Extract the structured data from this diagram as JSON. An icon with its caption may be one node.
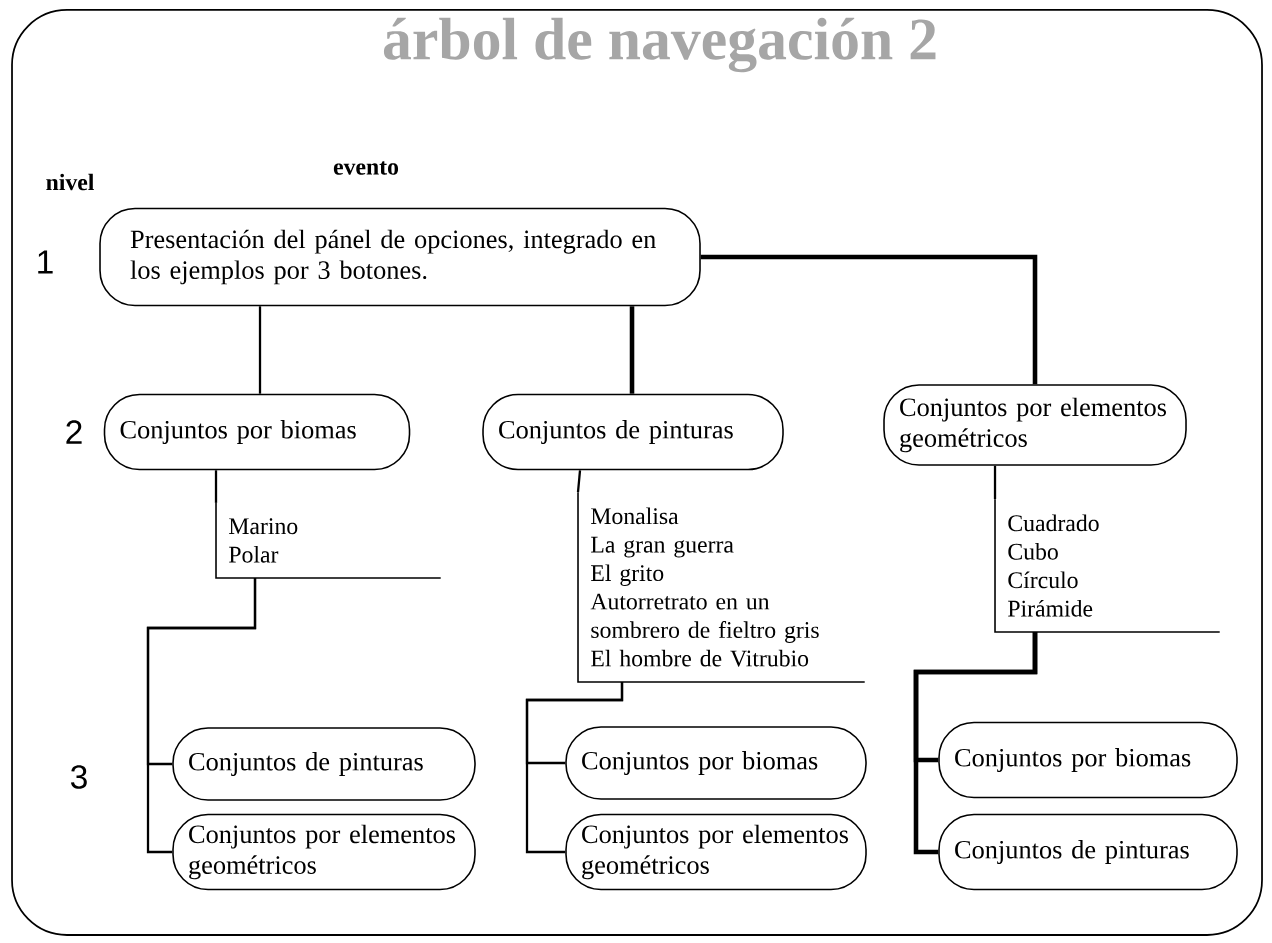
{
  "diagram": {
    "title": "árbol de navegación 2",
    "nodes": [
      {
        "text": [
          "Presentación del pánel de opciones, integrado en los ejemplos por 3 botones."
        ]
      },
      {
        "text": [
          "Conjuntos por biomas"
        ]
      },
      {
        "text": [
          "Conjuntos de pinturas"
        ]
      },
      {
        "text": [
          "Conjuntos por elementos geométricos"
        ]
      },
      {
        "text": [
          "Marino",
          "Polar"
        ]
      },
      {
        "text": [
          "Monalisa",
          "La gran guerra",
          "El grito",
          "Autorretrato en un sombrero de fieltro gris",
          "El hombre de Vitrubio"
        ]
      },
      {
        "text": [
          "Cuadrado",
          "Cubo",
          "Círculo",
          "Pirámide"
        ]
      },
      {
        "text": [
          "Conjuntos de pinturas"
        ]
      },
      {
        "text": [
          "Conjuntos por elementos geométricos"
        ]
      },
      {
        "text": [
          "Conjuntos por biomas"
        ]
      },
      {
        "text": [
          "Conjuntos por elementos geométricos"
        ]
      },
      {
        "text": [
          "Conjuntos por biomas"
        ]
      },
      {
        "text": [
          "Conjuntos de pinturas"
        ]
      }
    ],
    "edges": [
      {
        "from": 0,
        "to": 1,
        "arrow": "none"
      },
      {
        "from": 0,
        "to": 2,
        "arrow": "none",
        "style": "thick"
      },
      {
        "from": 0,
        "to": 3,
        "arrow": "none",
        "style": "thick"
      },
      {
        "from": 1,
        "to": 4,
        "arrow": "none"
      },
      {
        "from": 4,
        "to": 7,
        "arrow": "none"
      },
      {
        "from": 4,
        "to": 8,
        "arrow": "none"
      },
      {
        "from": 2,
        "to": 5,
        "arrow": "none"
      },
      {
        "from": 5,
        "to": 9,
        "arrow": "none"
      },
      {
        "from": 5,
        "to": 10,
        "arrow": "none"
      },
      {
        "from": 3,
        "to": 6,
        "arrow": "none"
      },
      {
        "from": 6,
        "to": 11,
        "arrow": "none",
        "style": "thick"
      },
      {
        "from": 6,
        "to": 12,
        "arrow": "none",
        "style": "thick"
      }
    ],
    "labels": [
      "nivel",
      "evento",
      "1",
      "2",
      "3"
    ]
  }
}
